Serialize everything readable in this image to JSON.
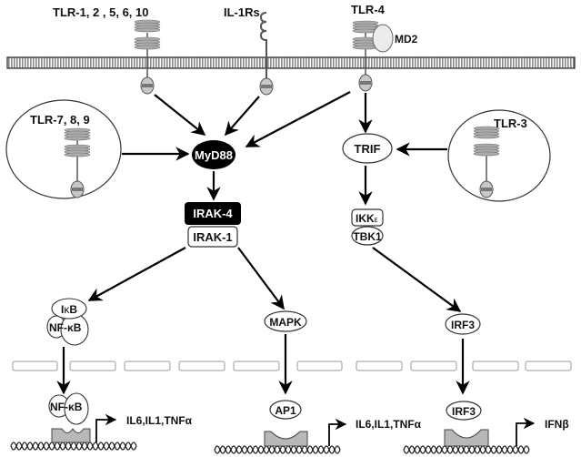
{
  "title": "Toll-like receptor signaling pathways",
  "receptors": {
    "surface_tlr": "TLR-1, 2 , 5, 6, 10",
    "il1r": "IL-1Rs",
    "tlr4": "TLR-4",
    "md2": "MD2",
    "endosomal_tlr": "TLR-7, 8, 9",
    "tlr3": "TLR-3"
  },
  "adaptors": {
    "myd88": "MyD88",
    "trif": "TRIF"
  },
  "kinases": {
    "irak4": "IRAK-4",
    "irak1": "IRAK-1",
    "ikke_prefix": "IKK",
    "ikke_suffix": "ε",
    "tbk1": "TBK1",
    "mapk": "MAPK"
  },
  "transcription_factors": {
    "ikb_prefix": "I",
    "ikb_kappa": "κ",
    "ikb_suffix": "B",
    "nfkb_nf": "NF",
    "nfkb_kb": "-κB",
    "ap1": "AP1",
    "irf3": "IRF3"
  },
  "outputs": {
    "nfkb_genes": "IL6,IL1,TNFα",
    "ap1_genes": "IL6,IL1,TNFα",
    "irf3_genes": "IFNβ"
  },
  "colors": {
    "membrane_fill": "#a9a9a9",
    "receptor_gray": "#9a9a9a",
    "tir_domain": "#b5b5b5",
    "promoter_fill": "#b8b8b8",
    "dark_node": "#000000"
  }
}
